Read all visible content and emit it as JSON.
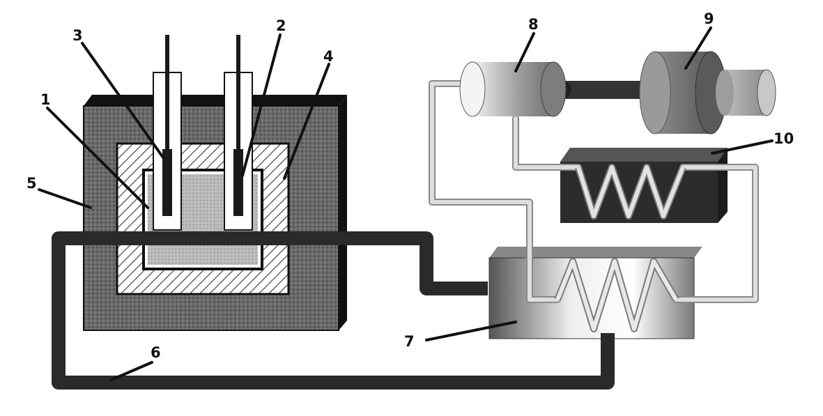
{
  "labels": {
    "l1": "1",
    "l2": "2",
    "l3": "3",
    "l4": "4",
    "l5": "5",
    "l6": "6",
    "l7": "7",
    "l8": "8",
    "l9": "9",
    "l10": "10"
  },
  "colors": {
    "outline": "#111111",
    "insulation": "#555555",
    "dark_pipe": "#2a2a2a",
    "light_pipe": "#d8d8d8",
    "hatch": "#666666",
    "core": "#aaaaaa",
    "electrode": "#1a1a1a",
    "heater_block": "#333333"
  }
}
